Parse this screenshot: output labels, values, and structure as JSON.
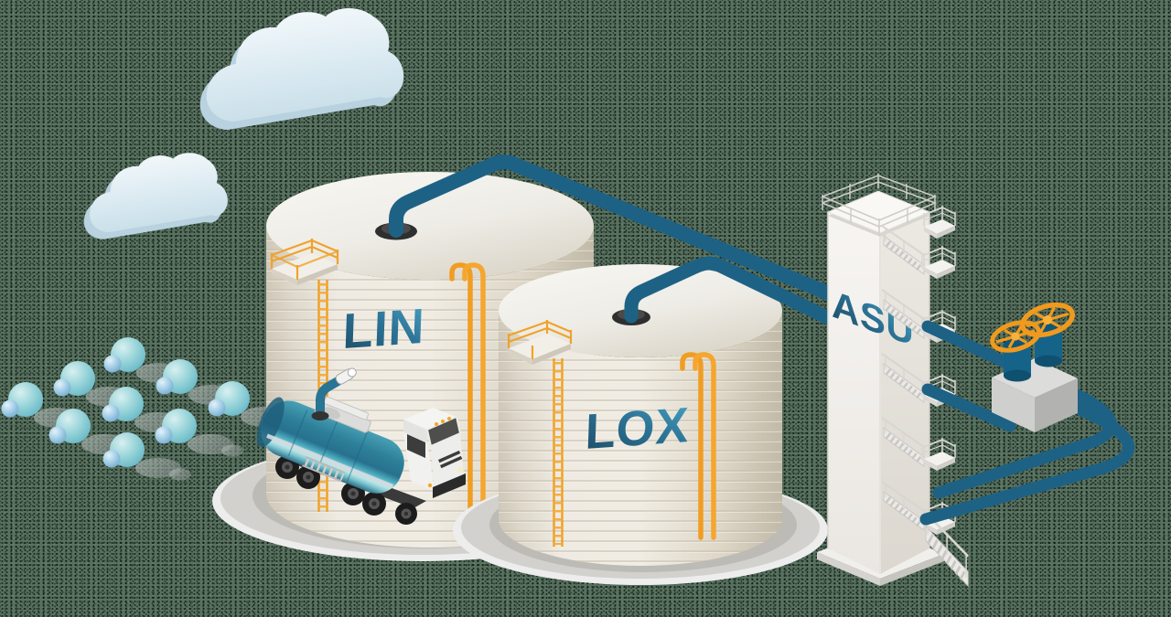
{
  "scene": {
    "description": "Isometric illustration of an air separation plant: air molecules and clouds feed an ASU cold box which fills LIN and LOX storage tanks, with a tanker truck loading liquid nitrogen",
    "labels": {
      "lin": "LIN",
      "lox": "LOX",
      "asu": "ASU"
    },
    "colors": {
      "background": "#57715f",
      "pipe_blue": "#1d6285",
      "accent_orange": "#f09d22",
      "tank_cream": "#ebe6dc",
      "label_teal_dark": "#1d4a63",
      "label_teal_light": "#4aa6c6",
      "cloud_blue": "#d9e9f2",
      "molecule_teal": "#7cc6cd",
      "molecule_blue": "#8fc3de",
      "metal_gray": "#c9c9c7",
      "truck_teal": "#2e8099",
      "truck_cab_white": "#f1f1ef"
    },
    "elements": [
      "clouds",
      "air-molecules",
      "tanker-truck",
      "lin-storage-tank",
      "lox-storage-tank",
      "asu-cold-box",
      "valve-manifold",
      "process-piping"
    ]
  }
}
